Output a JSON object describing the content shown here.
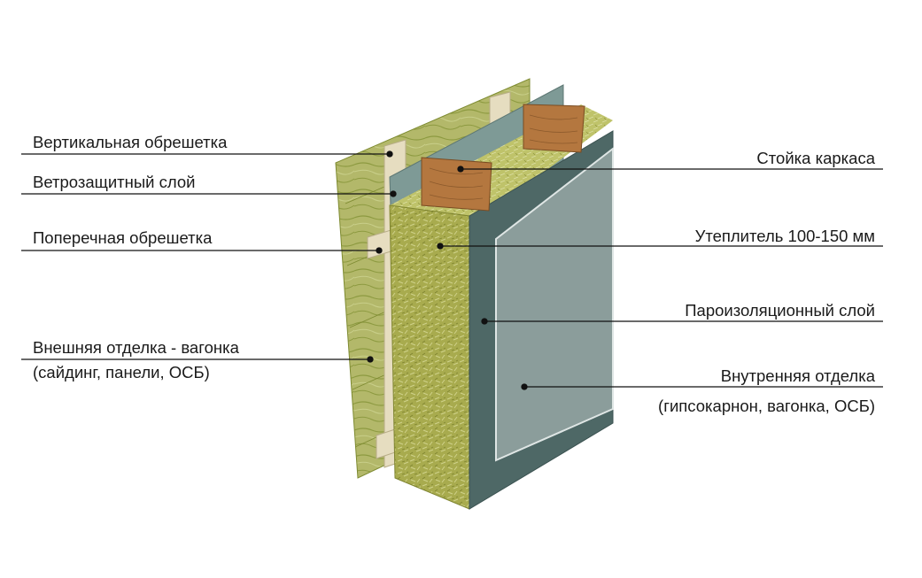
{
  "labels": {
    "vertical_battens": "Вертикальная обрешетка",
    "wind_barrier": "Ветрозащитный слой",
    "cross_battens": "Поперечная обрешетка",
    "exterior_finish": "Внешняя отделка - вагонка",
    "exterior_finish_note": "(сайдинг, панели, ОСБ)",
    "frame_stud": "Стойка каркаса",
    "insulation": "Утеплитель 100-150 мм",
    "vapor_barrier": "Пароизоляционный слой",
    "interior_finish": "Внутренняя отделка",
    "interior_finish_note": "(гипсокарнон, вагонка, ОСБ)"
  },
  "colors": {
    "cladding": "#b3b86a",
    "membrane": "#7e9a96",
    "insulation": "#a8ab4e",
    "vapor_barrier": "#4e6866",
    "interior_board": "#8b9d9b",
    "stud": "#b4773f",
    "batten": "#e6ddc0",
    "leader": "#111111"
  }
}
